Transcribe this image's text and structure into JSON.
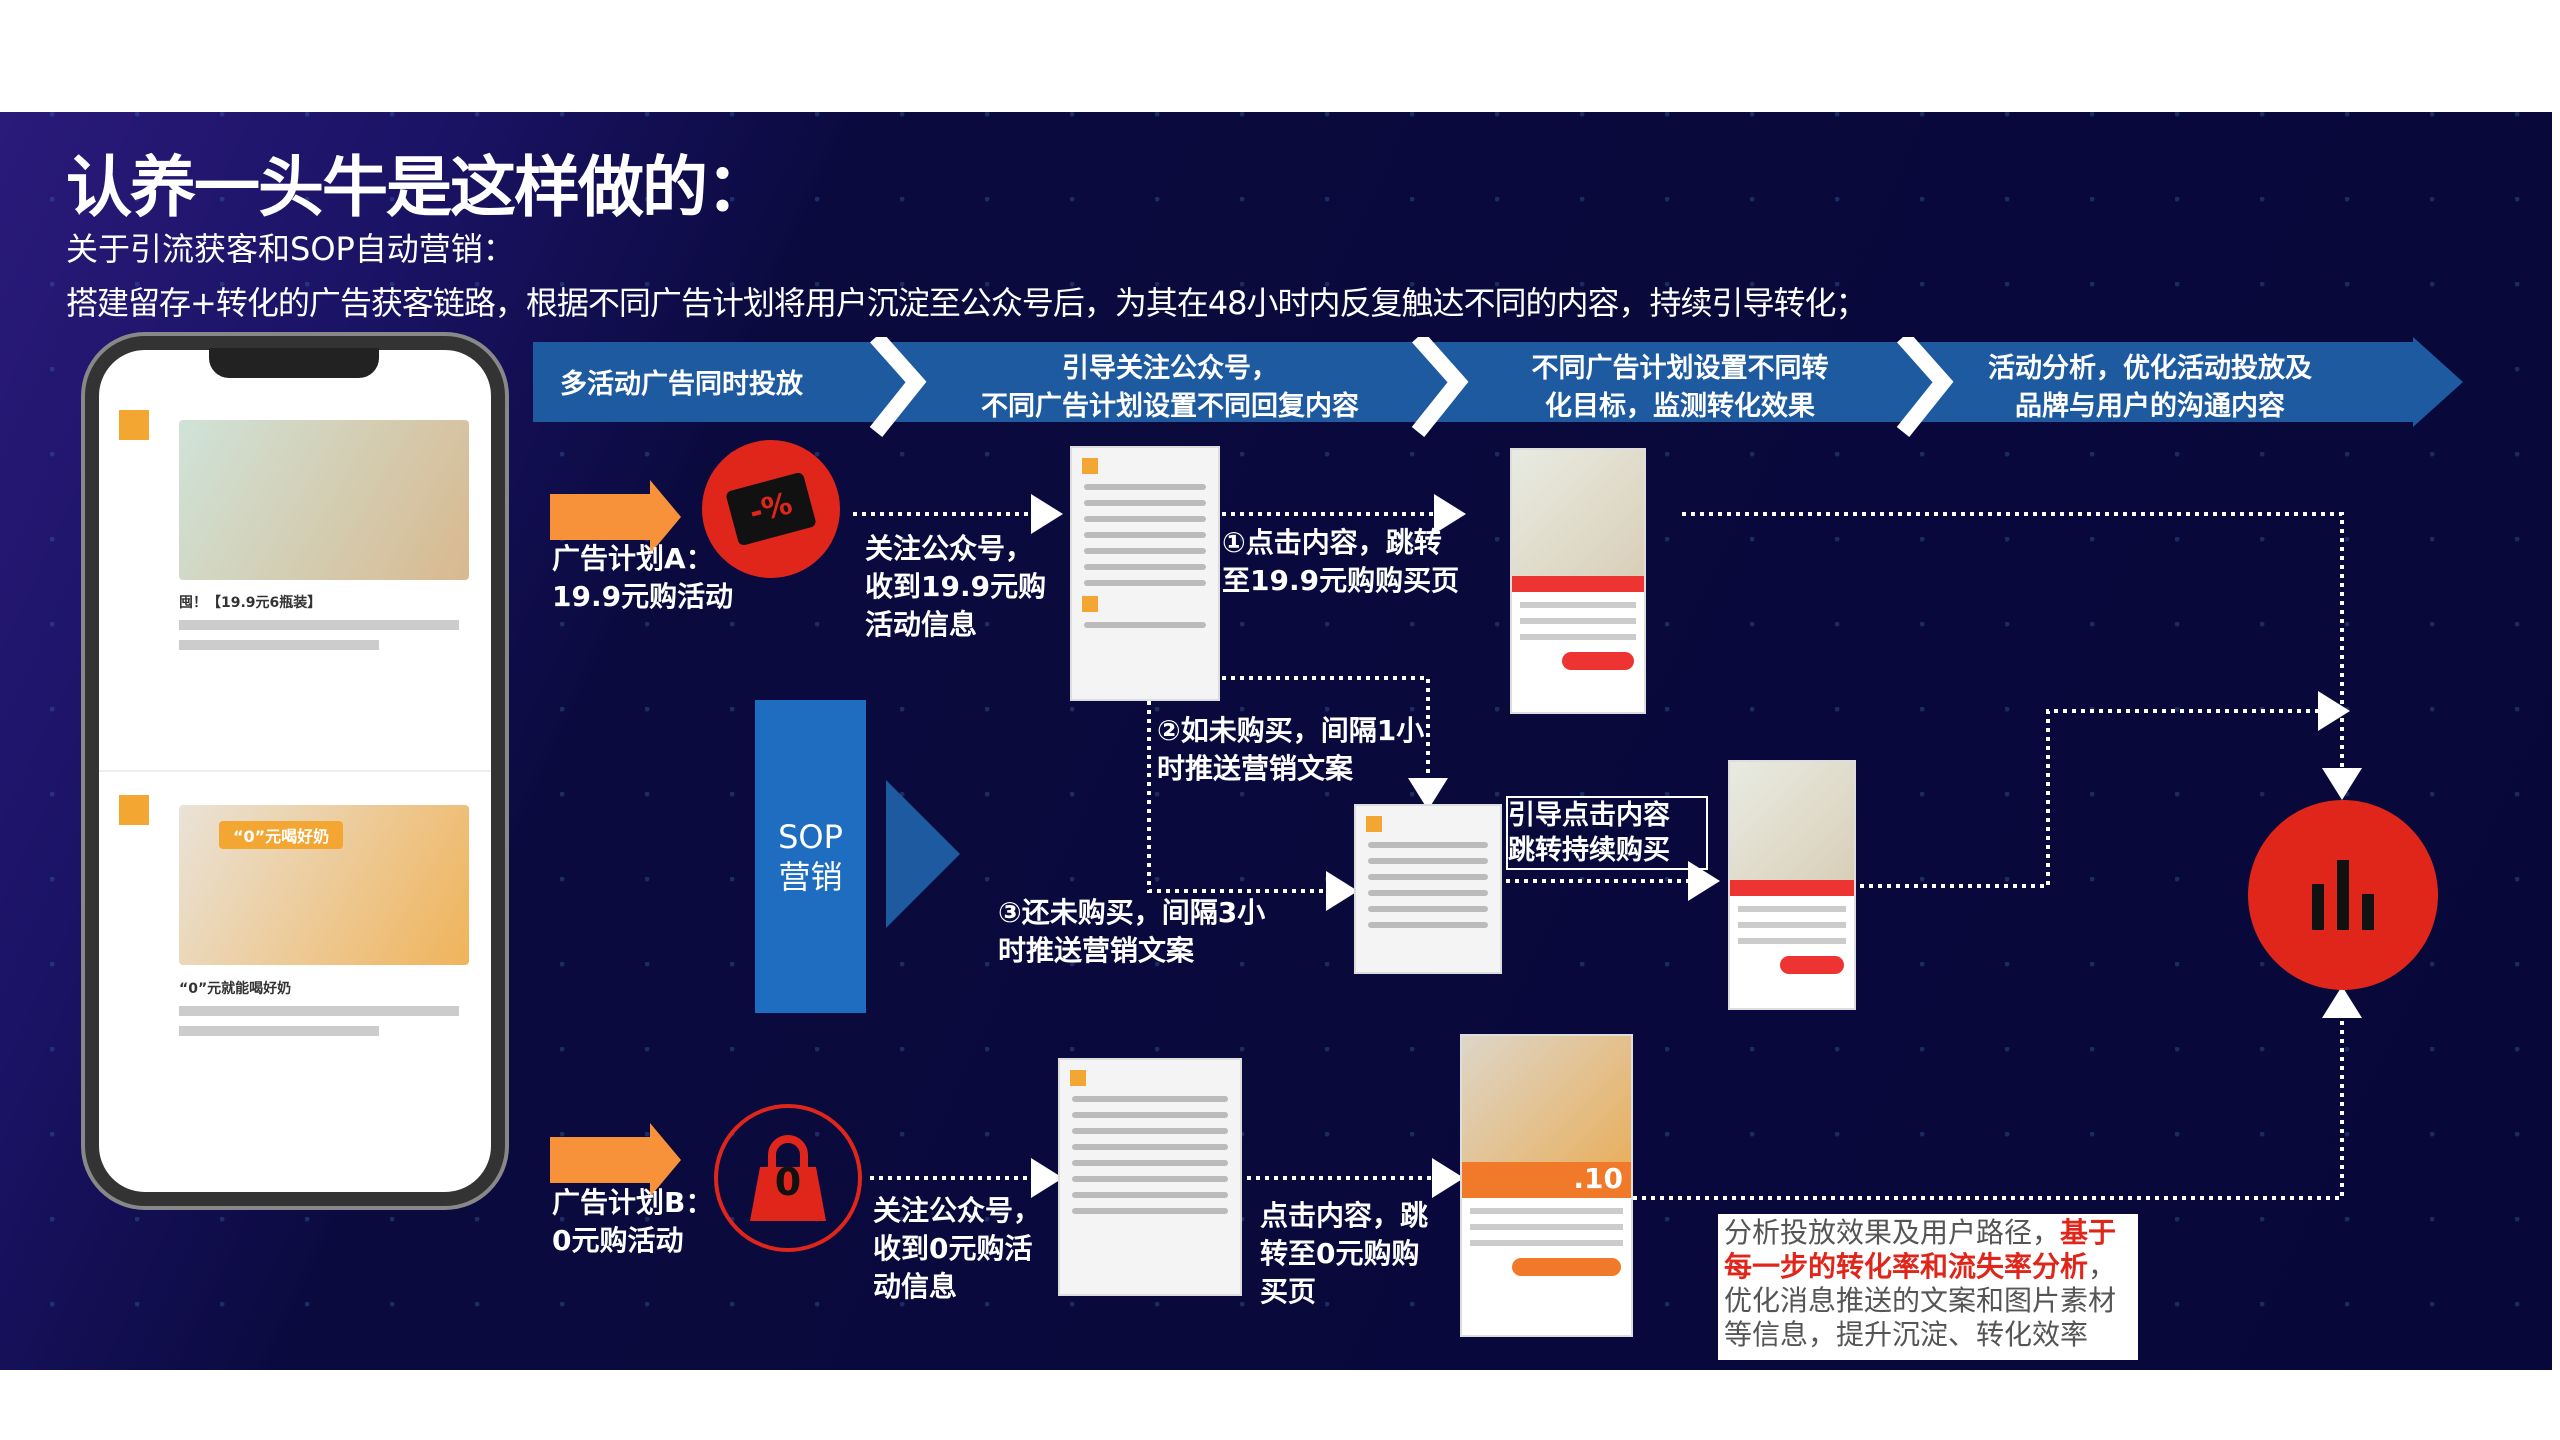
{
  "title": "认养一头牛是这样做的：",
  "subtitle": "关于引流获客和SOP自动营销：",
  "description": "搭建留存+转化的广告获客链路，根据不同广告计划将用户沉淀至公众号后，为其在48小时内反复触达不同的内容，持续引导转化；",
  "banner": {
    "steps": [
      "多活动广告同时投放",
      "引导关注公众号，\n不同广告计划设置不同回复内容",
      "不同广告计划设置不同转\n化目标，监测转化效果",
      "活动分析，优化活动投放及\n品牌与用户的沟通内容"
    ]
  },
  "phone": {
    "ad1_title": "囤！【19.9元6瓶装】",
    "ad2_title": "“0”元就能喝好奶",
    "ad2_banner": "“0”元喝好奶"
  },
  "plan_a": {
    "label": "广告计划A：\n19.9元购活动",
    "icon": "discount-coupon-icon",
    "follow_text": "关注公众号，\n收到19.9元购\n活动信息",
    "step1": "①点击内容，跳转\n至19.9元购购买页",
    "step2": "②如未购买，间隔1小\n时推送营销文案",
    "step3": "③还未购买，间隔3小\n时推送营销文案",
    "guide_box": "引导点击内容\n跳转持续购买"
  },
  "sop": {
    "label": "SOP\n营销"
  },
  "plan_b": {
    "label": "广告计划B：\n0元购活动",
    "icon": "shopping-bag-icon",
    "bag_text": "0",
    "follow_text": "关注公众号，\n收到0元购活\n动信息",
    "click_text": "点击内容，跳\n转至0元购购\n买页",
    "price_badge": ".10"
  },
  "analysis": {
    "icon": "bar-chart-icon",
    "text_before": "分析投放效果及用户路径，",
    "text_highlight": "基于每一步的转化率和流失率分析",
    "text_after": "，优化消息推送的文案和图片素材等信息，提升沉淀、转化效率"
  },
  "colors": {
    "background": "#07073a",
    "banner": "#1e5aa0",
    "accent_red": "#e0261b",
    "arrow_orange": "#f7923a",
    "highlight": "#e0261b"
  }
}
